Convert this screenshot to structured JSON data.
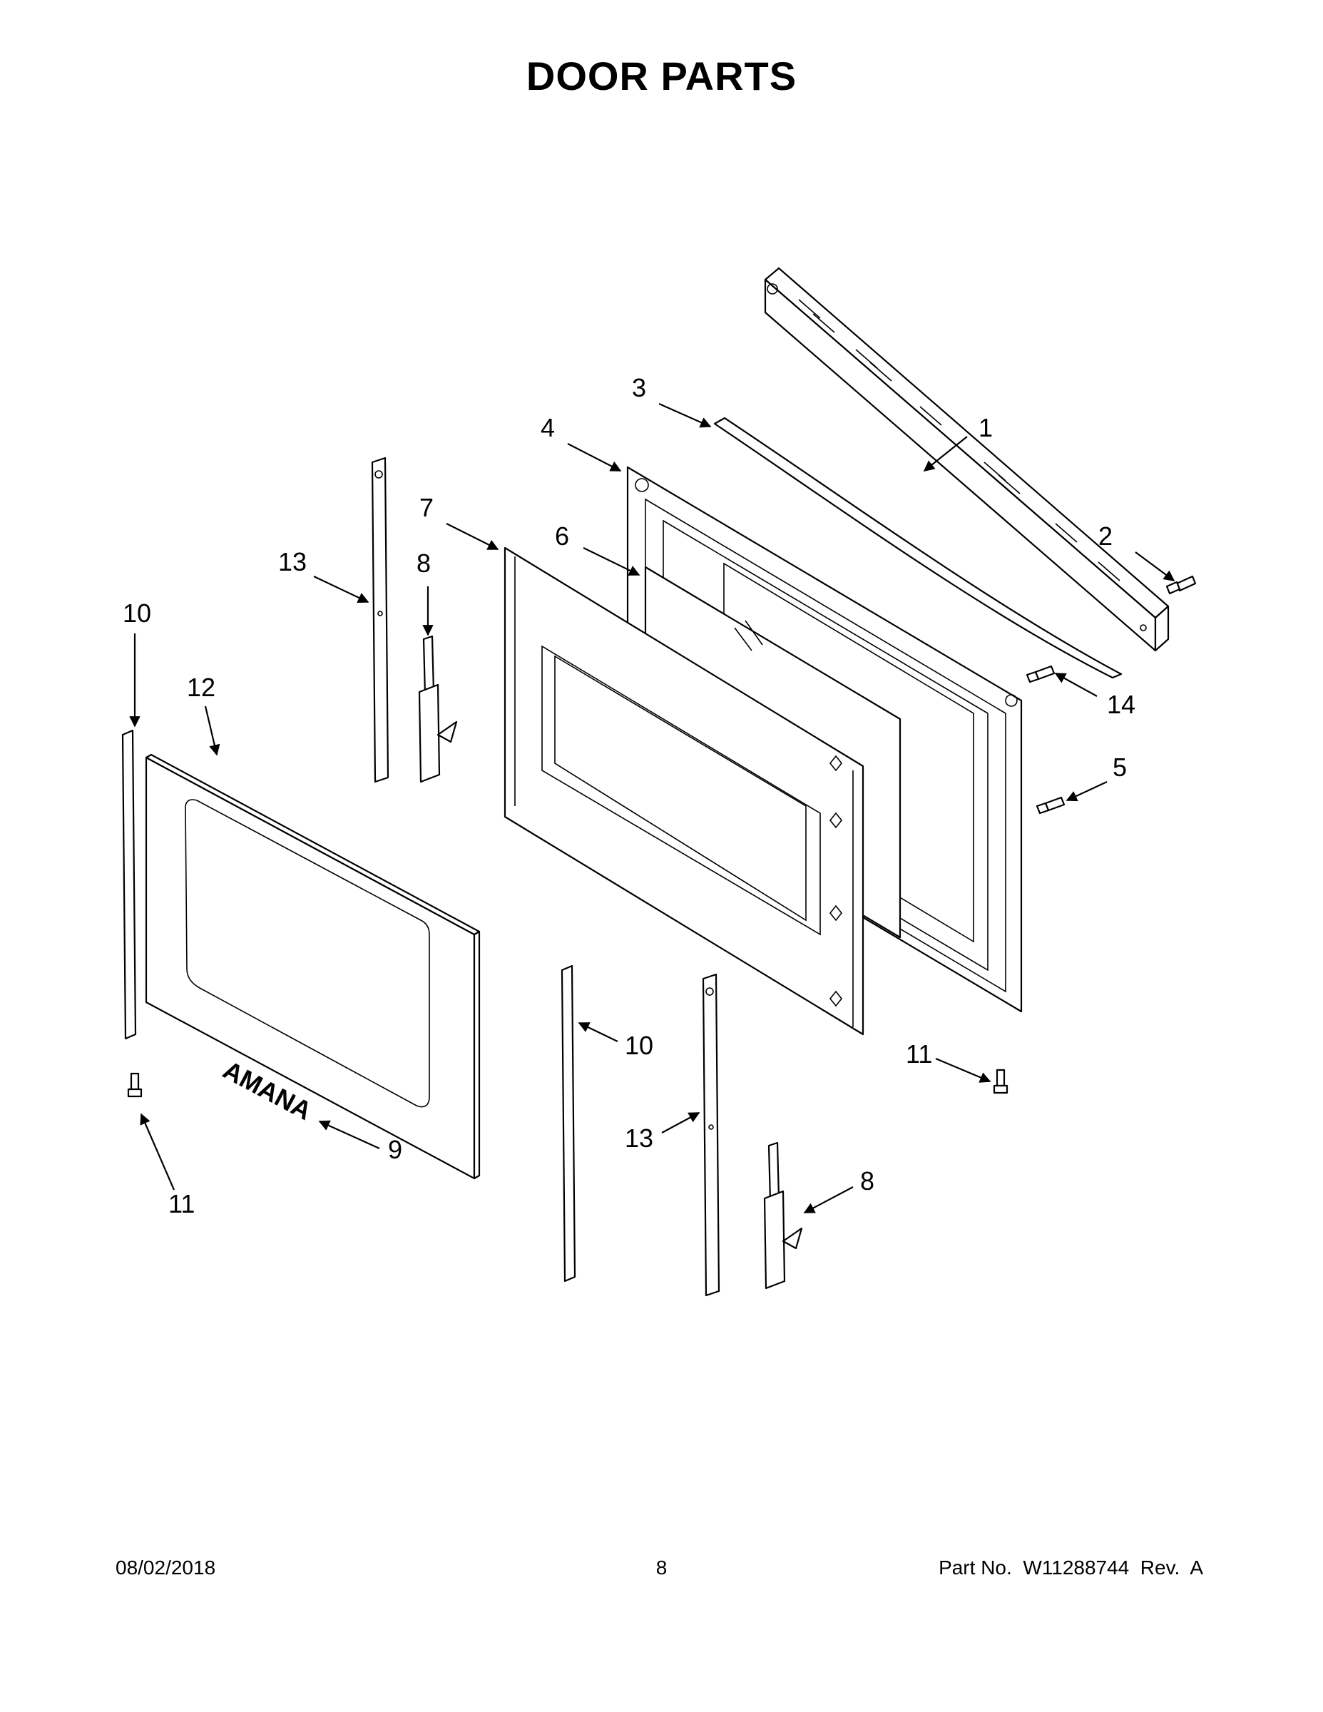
{
  "page": {
    "title": "DOOR PARTS",
    "footer": {
      "date": "08/02/2018",
      "page_number": "8",
      "part_number": "Part No.  W11288744  Rev.  A"
    }
  },
  "diagram": {
    "brand_logo_text": "AMANA",
    "callouts": [
      "1",
      "2",
      "3",
      "4",
      "5",
      "6",
      "7",
      "8",
      "8",
      "9",
      "10",
      "10",
      "11",
      "11",
      "12",
      "13",
      "13",
      "14"
    ]
  }
}
